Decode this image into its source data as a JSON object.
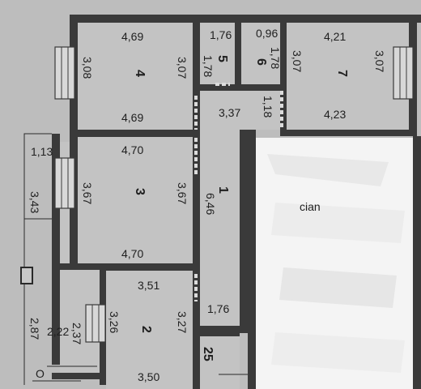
{
  "rooms": {
    "r4": {
      "number": "4",
      "top": "4,69",
      "bottom": "4,69",
      "left": "3,08",
      "right": "3,07"
    },
    "r5": {
      "number": "5",
      "top": "1,76",
      "side": "1,78"
    },
    "r6": {
      "number": "6",
      "top": "0,96",
      "side": "1,78"
    },
    "r7": {
      "number": "7",
      "top": "4,21",
      "bottom": "4,23",
      "left": "3,07",
      "right": "3,07"
    },
    "r3": {
      "number": "3",
      "top": "4,70",
      "bottom": "4,70",
      "left": "3,67",
      "right": "3,67"
    },
    "r1": {
      "number": "1",
      "length": "6,46",
      "top": "3,37",
      "side": "1,18"
    },
    "r2": {
      "number": "2",
      "top": "3,51",
      "bottom": "3,50",
      "left": "3,26",
      "right": "3,27"
    },
    "r25": {
      "number": "25",
      "top": "1,76"
    },
    "balcony": {
      "top": "1,13",
      "length": "3,43"
    },
    "loggia": {
      "left": "2,87",
      "mid": "2,22",
      "right": "2,37"
    }
  },
  "watermark": "cian"
}
